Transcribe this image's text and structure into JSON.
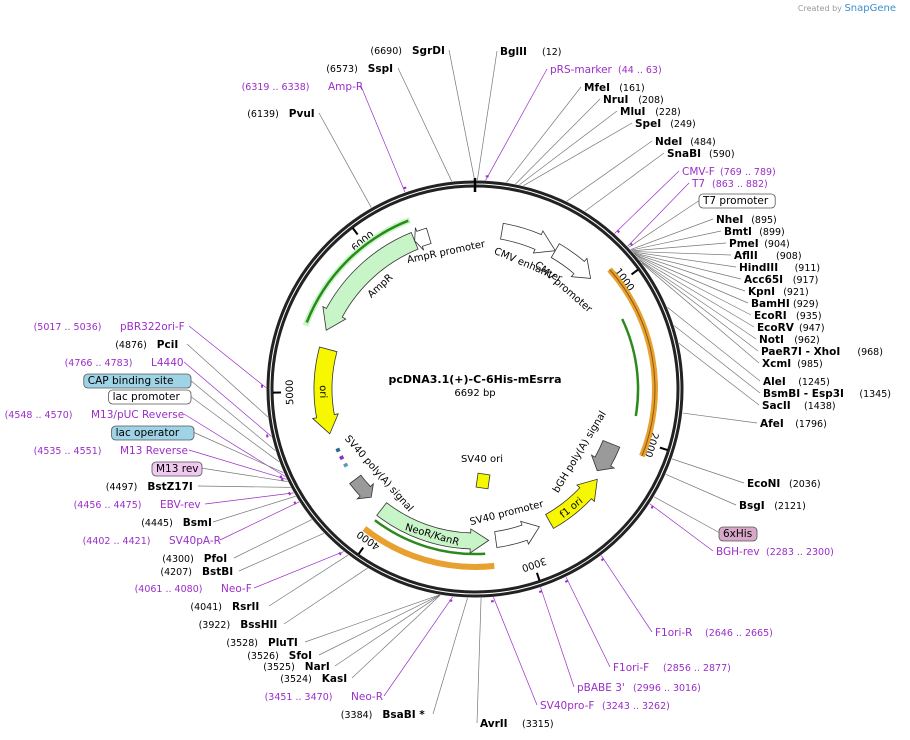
{
  "credit": {
    "prefix": "Created by",
    "brand": "SnapGene"
  },
  "title": {
    "name": "pcDNA3.1(+)-C-6His-mEsrra",
    "size": "6692 bp"
  },
  "total_bp": 6692,
  "ticks": [
    "1000",
    "2000",
    "3000",
    "4000",
    "5000",
    "6000"
  ],
  "colors": {
    "enzyme": "#000000",
    "primer": "#9a2ec8",
    "feature_promoter": "#ffffff",
    "feature_cds": "#c8f5c8",
    "feature_ori": "#f7f700",
    "orf_orange": "#e8a030",
    "orf_green": "#2a8a1a",
    "tag_box": "#d8a8c8",
    "misc_box": "#f0c8f0",
    "blue_box": "#9fd3e6"
  },
  "features": [
    {
      "label": "AmpR promoter"
    },
    {
      "label": "AmpR"
    },
    {
      "label": "CMV enhancer"
    },
    {
      "label": "CMV promoter"
    },
    {
      "label": "ori"
    },
    {
      "label": "SV40 poly(A) signal"
    },
    {
      "label": "SV40 ori"
    },
    {
      "label": "bGH poly(A) signal"
    },
    {
      "label": "f1 ori"
    },
    {
      "label": "SV40 promoter"
    },
    {
      "label": "NeoR/KanR"
    }
  ],
  "labels": [
    {
      "pos": "(6690)",
      "name": "SgrDI"
    },
    {
      "pos": "(12)",
      "name": "BglII"
    },
    {
      "pos": "(6573)",
      "name": "SspI"
    },
    {
      "pos": "(44 .. 63)",
      "name": "pRS-marker"
    },
    {
      "pos": "(6319 .. 6338)",
      "name": "Amp-R"
    },
    {
      "pos": "(161)",
      "name": "MfeI"
    },
    {
      "pos": "(208)",
      "name": "NruI"
    },
    {
      "pos": "(6139)",
      "name": "PvuI"
    },
    {
      "pos": "(228)",
      "name": "MluI"
    },
    {
      "pos": "(249)",
      "name": "SpeI"
    },
    {
      "pos": "(484)",
      "name": "NdeI"
    },
    {
      "pos": "(590)",
      "name": "SnaBI"
    },
    {
      "pos": "(769 .. 789)",
      "name": "CMV-F"
    },
    {
      "pos": "(863 .. 882)",
      "name": "T7"
    },
    {
      "pos": "",
      "name": "T7 promoter"
    },
    {
      "pos": "(895)",
      "name": "NheI"
    },
    {
      "pos": "(899)",
      "name": "BmtI"
    },
    {
      "pos": "(904)",
      "name": "PmeI"
    },
    {
      "pos": "(908)",
      "name": "AflII"
    },
    {
      "pos": "(911)",
      "name": "HindIII"
    },
    {
      "pos": "(917)",
      "name": "Acc65I"
    },
    {
      "pos": "(921)",
      "name": "KpnI"
    },
    {
      "pos": "(929)",
      "name": "BamHI"
    },
    {
      "pos": "(935)",
      "name": "EcoRI"
    },
    {
      "pos": "(947)",
      "name": "EcoRV"
    },
    {
      "pos": "(962)",
      "name": "NotI"
    },
    {
      "pos": "(968)",
      "name": "PaeR7I - XhoI"
    },
    {
      "pos": "(985)",
      "name": "XcmI"
    },
    {
      "pos": "(1245)",
      "name": "AleI"
    },
    {
      "pos": "(1345)",
      "name": "BsmBI - Esp3I"
    },
    {
      "pos": "(1438)",
      "name": "SacII"
    },
    {
      "pos": "(1796)",
      "name": "AfeI"
    },
    {
      "pos": "(2036)",
      "name": "EcoNI"
    },
    {
      "pos": "(2121)",
      "name": "BsgI"
    },
    {
      "pos": "",
      "name": "6xHis"
    },
    {
      "pos": "(2283 .. 2300)",
      "name": "BGH-rev"
    },
    {
      "pos": "(5017 .. 5036)",
      "name": "pBR322ori-F"
    },
    {
      "pos": "(4876)",
      "name": "PciI"
    },
    {
      "pos": "(4766 .. 4783)",
      "name": "L4440"
    },
    {
      "pos": "",
      "name": "CAP binding site"
    },
    {
      "pos": "",
      "name": "lac promoter"
    },
    {
      "pos": "(4548 .. 4570)",
      "name": "M13/pUC Reverse"
    },
    {
      "pos": "",
      "name": "lac operator"
    },
    {
      "pos": "(4535 .. 4551)",
      "name": "M13 Reverse"
    },
    {
      "pos": "",
      "name": "M13 rev"
    },
    {
      "pos": "(4497)",
      "name": "BstZ17I"
    },
    {
      "pos": "(4456 .. 4475)",
      "name": "EBV-rev"
    },
    {
      "pos": "(4445)",
      "name": "BsmI"
    },
    {
      "pos": "(4402 .. 4421)",
      "name": "SV40pA-R"
    },
    {
      "pos": "(4300)",
      "name": "PfoI"
    },
    {
      "pos": "(4207)",
      "name": "BstBI"
    },
    {
      "pos": "(4061 .. 4080)",
      "name": "Neo-F"
    },
    {
      "pos": "(4041)",
      "name": "RsrII"
    },
    {
      "pos": "(3922)",
      "name": "BssHII"
    },
    {
      "pos": "(3528)",
      "name": "PluTI"
    },
    {
      "pos": "(3526)",
      "name": "SfoI"
    },
    {
      "pos": "(3525)",
      "name": "NarI"
    },
    {
      "pos": "(3524)",
      "name": "KasI"
    },
    {
      "pos": "(3451 .. 3470)",
      "name": "Neo-R"
    },
    {
      "pos": "(3384)",
      "name": "BsaBI *"
    },
    {
      "pos": "(3315)",
      "name": "AvrII"
    },
    {
      "pos": "(3243 .. 3262)",
      "name": "SV40pro-F"
    },
    {
      "pos": "(2996 .. 3016)",
      "name": "pBABE 3'"
    },
    {
      "pos": "(2856 .. 2877)",
      "name": "F1ori-F"
    },
    {
      "pos": "(2646 .. 2665)",
      "name": "F1ori-R"
    }
  ]
}
